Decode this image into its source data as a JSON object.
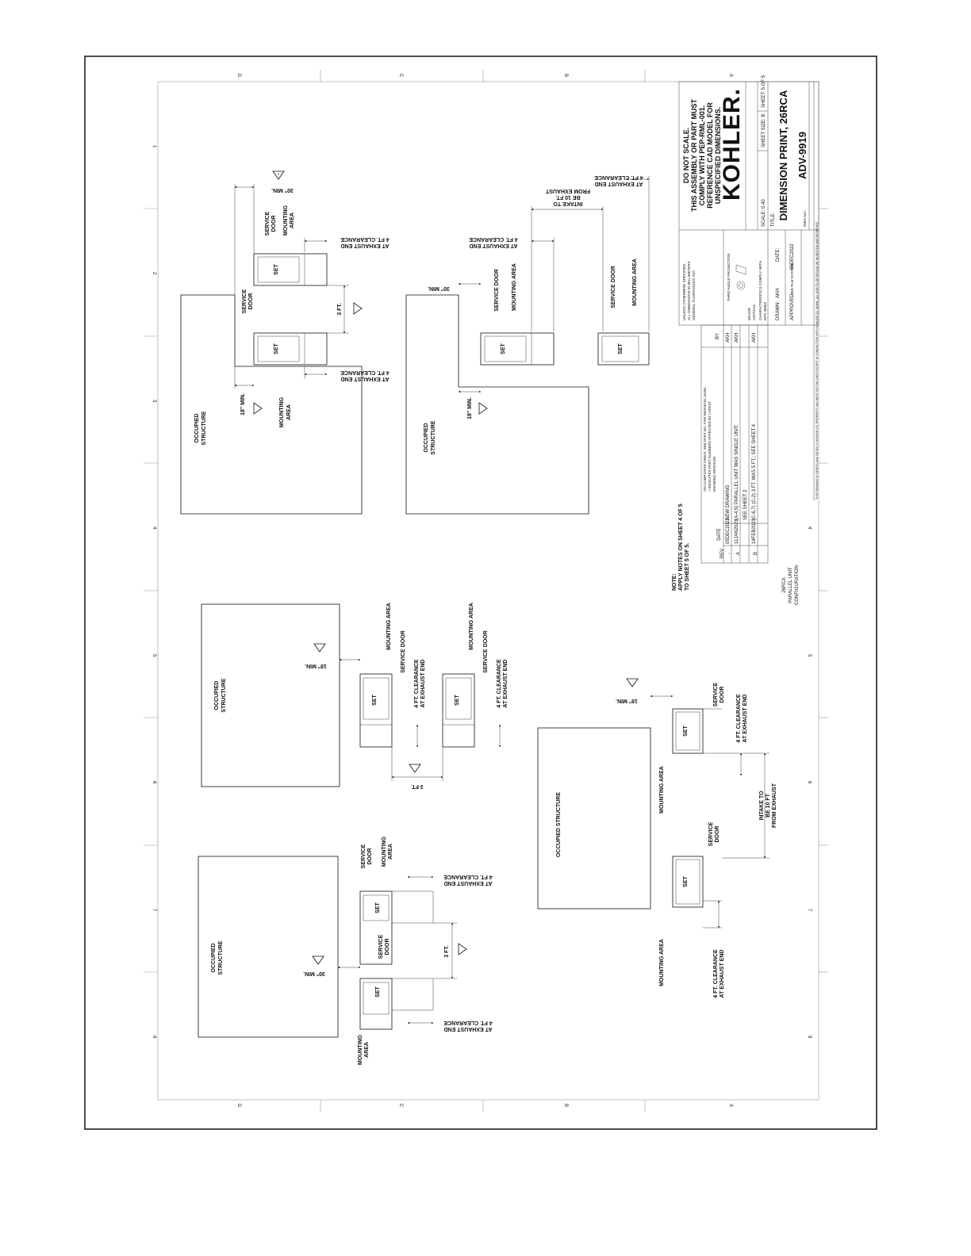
{
  "border": {
    "zones_letters": [
      "D",
      "C",
      "B",
      "A"
    ],
    "zones_numbers": [
      "1",
      "2",
      "3",
      "4",
      "5",
      "6",
      "7",
      "8"
    ]
  },
  "labels": {
    "occupied_structure": "OCCUPIED STRUCTURE",
    "occupied_1": "OCCUPIED",
    "occupied_2": "STRUCTURE",
    "set": "SET",
    "service_door": "SERVICE DOOR",
    "service": "SERVICE",
    "door": "DOOR",
    "mounting_area": "MOUNTING AREA",
    "mounting": "MOUNTING",
    "area": "AREA",
    "min_18": "18\" MIN.",
    "min_30": "30\" MIN.",
    "ft3": "3 FT.",
    "clearance_1": "4 FT. CLEARANCE",
    "clearance_2": "AT EXHAUST END",
    "intake_1": "INTAKE TO",
    "intake_2": "BE 10 FT.",
    "intake_2b": "BE 10 FT",
    "intake_3": "FROM EXHAUST",
    "rev_mark": "1"
  },
  "note": {
    "line1": "NOTE:",
    "line2": "APPLY NOTES ON SHEET 4 OF 5",
    "line3": "TO SHEET 5 OF 5."
  },
  "revision_table": {
    "header_note_1": "ON COMPOSITE DWGS, SEE PART NO. FOR REVISION LEVEL",
    "header_note_2": "□ INDICATES PART NUMBERS AFFECTED BY LATEST",
    "header_note_3": "DRAWING REVISION",
    "columns": [
      "REV",
      "DATE",
      "BY"
    ],
    "rows": [
      {
        "rev": "-",
        "date": "05DEC2022",
        "desc": "NEW DRAWING",
        "by": "AKH"
      },
      {
        "rev": "A",
        "date": "11JAN2023",
        "desc": "(A-4,5) PARALLEL UNIT WAS SINGLE UNIT;",
        "by": "AKH"
      },
      {
        "rev": "",
        "date": "",
        "desc": "SEE SHEET 2",
        "by": ""
      },
      {
        "rev": "B",
        "date": "14FEB2023",
        "desc": "(C-6,7) (C-2) 3 FT. WAS 5 FT.; SEE SHEET 4",
        "by": "AKH"
      }
    ]
  },
  "side_caption": {
    "line1": "26RCA",
    "line2": "PARALLEL UNIT",
    "line3": "CONFIGURATION"
  },
  "title_block": {
    "notice_1": "DO NOT SCALE.",
    "notice_2": "THIS ASSEMBLY OR PART MUST",
    "notice_3": "COMPLY WITH PEP-RML-001.",
    "notice_4": "REFERENCE CAD MODEL FOR",
    "notice_5": "UNSPECIFIED DIMENSIONS.",
    "logo": "KOHLER.",
    "scale": "SCALE: 0.40",
    "sheet_size": "SHEET SIZE: B",
    "sheet": "SHEET: 5 OF 5",
    "title_label": "TITLE:",
    "title": "DIMENSION PRINT, 26RCA",
    "dwg_label": "DWG NO.:",
    "dwg_no": "ADV-9919",
    "unless_1": "UNLESS OTHERWISE SPECIFIED",
    "unless_2": "ALL DIMENSIONS IN MILLIMETERS",
    "unless_3": "GENERAL TOLERANCES: N/A",
    "projection": "THIRD ANGLE PROJECTION",
    "major": "MAJOR",
    "critical": "CRITICAL",
    "characteristics": "CHARACTERISTICS COMPLY WITH",
    "kps": "KPS-40002",
    "drawn_label": "DRAWN:",
    "drawn": "AKH",
    "date_label": "DATE:",
    "approved_label": "APPROVED:",
    "approved": "SEE PLM SYSTEM",
    "date": "05DEC2022",
    "copyright": "THIS DRAWING IN DESIGN AND DETAIL IS KOHLER CO. PROPERTY AND MUST NOT BE USED EXCEPT IN CONNECTION WITH KOHLER CO. WORK. ALL RIGHTS OF DESIGN OR INVENTION ARE RESERVED."
  }
}
